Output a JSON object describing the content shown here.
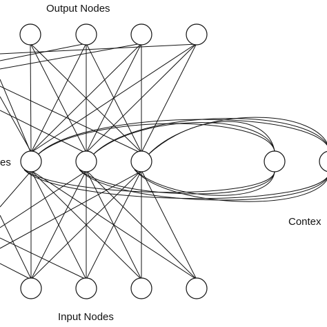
{
  "labels": {
    "output": "Output Nodes",
    "input": "Input Nodes",
    "hidden_fragment": "es",
    "context_fragment": "Contex"
  },
  "layers": {
    "output_count": 4,
    "hidden_count": 3,
    "context_count": 2,
    "input_count": 4
  },
  "colors": {
    "stroke": "#111111",
    "node_fill": "#ffffff",
    "background": "#ffffff"
  }
}
